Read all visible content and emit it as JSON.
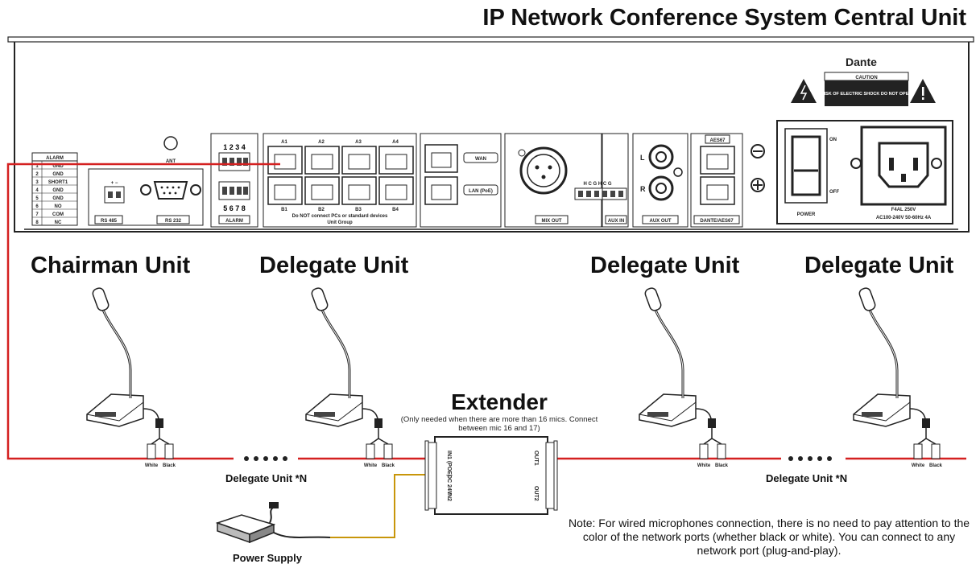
{
  "title": "IP Network Conference System Central Unit",
  "units": {
    "chairman": "Chairman Unit",
    "delegate_1": "Delegate Unit",
    "delegate_2": "Delegate Unit",
    "delegate_3": "Delegate Unit"
  },
  "extender": {
    "title": "Extender",
    "subtitle": "(Only needed when there are more than 16 mics. Connect between mic 16 and 17)",
    "ports": {
      "in1": "IN1 (POE)",
      "dc": "DC 24V",
      "in2": "IN2",
      "out1": "OUT1",
      "out2": "OUT2"
    }
  },
  "chain_labels": {
    "left": "Delegate Unit *N",
    "right": "Delegate Unit *N"
  },
  "power_supply": "Power Supply",
  "plug_labels": {
    "white": "White",
    "black": "Black"
  },
  "note": "Note: For wired microphones connection, there is no need to pay attention to the color of the network ports (whether black or white). You can connect to any network port (plug-and-play).",
  "panel": {
    "alarm_table": {
      "header": "ALARM",
      "rows": [
        [
          "1",
          "GND"
        ],
        [
          "2",
          "GND"
        ],
        [
          "3",
          "SHORT1"
        ],
        [
          "4",
          "GND"
        ],
        [
          "5",
          "GND"
        ],
        [
          "6",
          "NO"
        ],
        [
          "7",
          "COM"
        ],
        [
          "8",
          "NC"
        ]
      ]
    },
    "rs485": "RS 485",
    "rs232": "RS 232",
    "rs485_pins": "+ −",
    "ant": "ANT",
    "alarm_block": {
      "top": "1 2 3 4",
      "bottom": "5 6 7 8",
      "label": "ALARM"
    },
    "unit_group": {
      "ports_top": [
        "A1",
        "A2",
        "A3",
        "A4"
      ],
      "ports_bottom": [
        "B1",
        "B2",
        "B3",
        "B4"
      ],
      "warning": "Do NOT connect PCs or standard devices",
      "label": "Unit Group"
    },
    "wan": "WAN",
    "lan": "LAN (PoE)",
    "mix_out": "MIX OUT",
    "aux_in": "AUX IN",
    "aux_in_pins": "H C G H C G",
    "aux_out": "AUX OUT",
    "aux_l": "L",
    "aux_r": "R",
    "dante_top": "AES67",
    "dante_label": "DANTE/AES67",
    "dante_logo": "Dante",
    "caution_title": "CAUTION",
    "caution_text": "RISK OF ELECTRIC SHOCK DO NOT OPEN",
    "power_label": "POWER",
    "on": "ON",
    "off": "OFF",
    "fuse": "F4AL 250V",
    "rating": "AC100-240V 50-60Hz 4A"
  },
  "colors": {
    "cable": "#d42020",
    "power_cable": "#c8960a",
    "line": "#222222"
  }
}
